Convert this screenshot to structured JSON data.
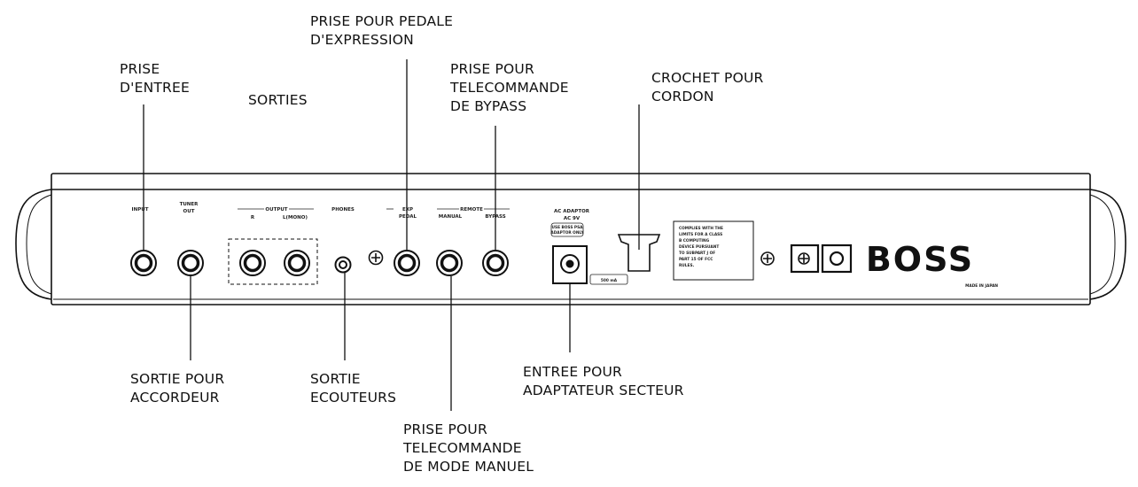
{
  "callouts": {
    "input_jack": [
      "PRISE",
      "D'ENTREE"
    ],
    "outputs": [
      "SORTIES"
    ],
    "expression_pedal_jack": [
      "PRISE POUR PEDALE",
      "D'EXPRESSION"
    ],
    "bypass_remote_jack": [
      "PRISE POUR",
      "TELECOMMANDE",
      "DE BYPASS"
    ],
    "cord_hook": [
      "CROCHET POUR",
      "CORDON"
    ],
    "tuner_out": [
      "SORTIE POUR",
      "ACCORDEUR"
    ],
    "headphones_out": [
      "SORTIE",
      "ECOUTEURS"
    ],
    "manual_mode_remote_jack": [
      "PRISE POUR",
      "TELECOMMANDE",
      "DE MODE MANUEL"
    ],
    "ac_adaptor_input": [
      "ENTREE POUR",
      "ADAPTATEUR SECTEUR"
    ]
  },
  "panel": {
    "input": "INPUT",
    "tuner_out": [
      "TUNER",
      "OUT"
    ],
    "output": "OUTPUT",
    "output_r": "R",
    "output_l": "L(MONO)",
    "phones": "PHONES",
    "exp_pedal": [
      "EXP",
      "PEDAL"
    ],
    "remote": "REMOTE",
    "manual": "MANUAL",
    "bypass": "BYPASS",
    "ac_adaptor": [
      "AC ADAPTOR",
      "AC 9V"
    ],
    "adaptor_only": [
      "USE BOSS PSA",
      "ADAPTOR ONLY"
    ],
    "current": "500 mA",
    "compliance": [
      "COMPLIES WITH THE",
      "LIMITS FOR A CLASS",
      "B COMPUTING",
      "DEVICE PURSUANT",
      "TO SUBPART J OF",
      "PART 15 OF FCC",
      "RULES."
    ],
    "brand": "BOSS",
    "made_in": "MADE IN JAPAN"
  }
}
